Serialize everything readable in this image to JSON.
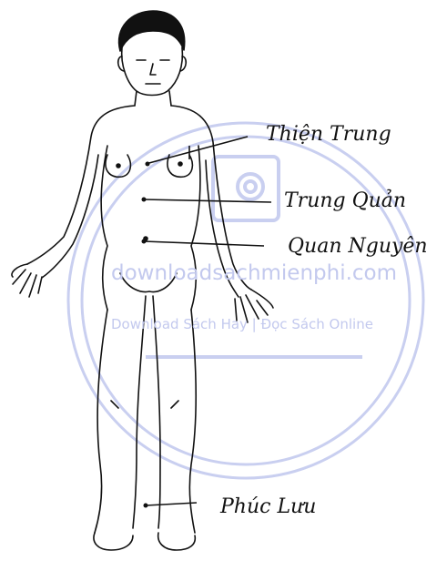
{
  "labels": {
    "thien_trung": "Thiện Trung",
    "trung_quan": "Trung Quản",
    "quan_nguyen": "Quan Nguyên",
    "phuc_luu": "Phúc Lưu"
  },
  "watermark": {
    "domain": "downloadsachmienphi.com",
    "tagline": "Download Sách Hay | Đọc Sách Online",
    "color": "#c7cdef"
  }
}
